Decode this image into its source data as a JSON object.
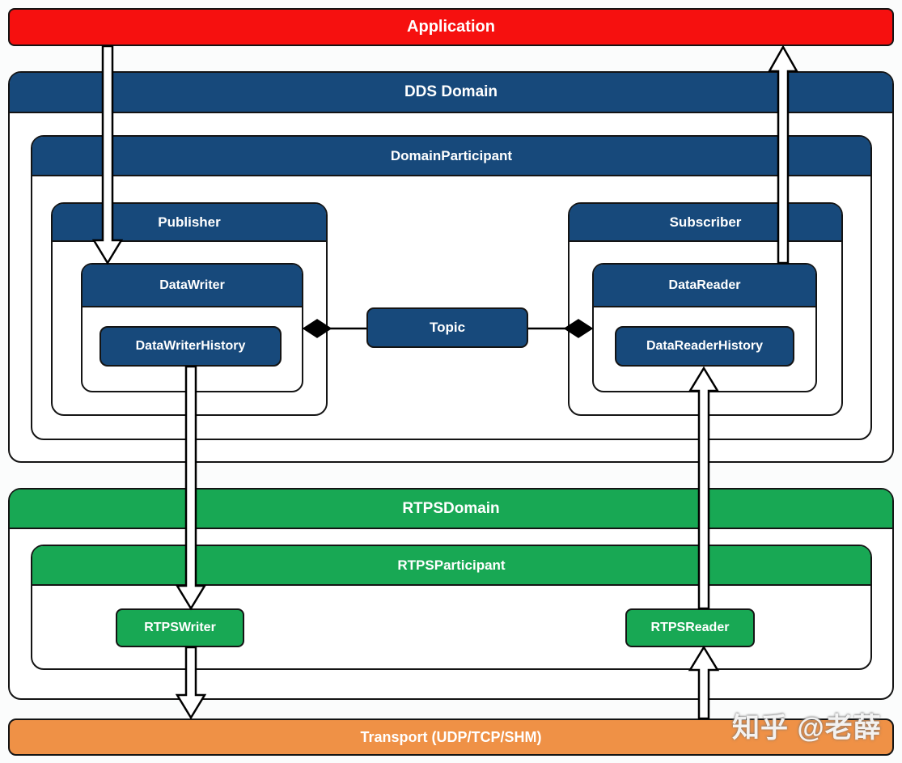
{
  "colors": {
    "red": "#f6100f",
    "blue": "#17497b",
    "green": "#18a854",
    "orange": "#ef9146"
  },
  "nodes": {
    "application": {
      "label": "Application"
    },
    "dds_domain": {
      "label": "DDS Domain"
    },
    "domain_participant": {
      "label": "DomainParticipant"
    },
    "publisher": {
      "label": "Publisher"
    },
    "subscriber": {
      "label": "Subscriber"
    },
    "data_writer": {
      "label": "DataWriter"
    },
    "data_writer_history": {
      "label": "DataWriterHistory"
    },
    "data_reader": {
      "label": "DataReader"
    },
    "data_reader_history": {
      "label": "DataReaderHistory"
    },
    "topic": {
      "label": "Topic"
    },
    "rtps_domain": {
      "label": "RTPSDomain"
    },
    "rtps_participant": {
      "label": "RTPSParticipant"
    },
    "rtps_writer": {
      "label": "RTPSWriter"
    },
    "rtps_reader": {
      "label": "RTPSReader"
    },
    "transport": {
      "label": "Transport (UDP/TCP/SHM)"
    }
  },
  "watermark": {
    "text": "知乎 @老薛"
  }
}
